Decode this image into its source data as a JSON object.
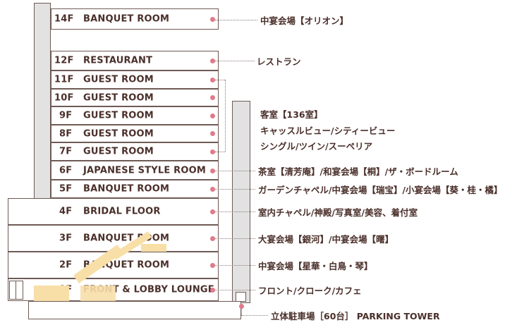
{
  "floors": {
    "f14": {
      "no": "14F",
      "name": "BANQUET ROOM"
    },
    "f12": {
      "no": "12F",
      "name": "RESTAURANT"
    },
    "f11": {
      "no": "11F",
      "name": "GUEST ROOM"
    },
    "f10": {
      "no": "10F",
      "name": "GUEST ROOM"
    },
    "f9": {
      "no": "9F",
      "name": "GUEST ROOM"
    },
    "f8": {
      "no": "8F",
      "name": "GUEST ROOM"
    },
    "f7": {
      "no": "7F",
      "name": "GUEST ROOM"
    },
    "f6": {
      "no": "6F",
      "name": "JAPANESE STYLE ROOM"
    },
    "f5": {
      "no": "5F",
      "name": "BANQUET ROOM"
    },
    "f4": {
      "no": "4F",
      "name": "BRIDAL FLOOR"
    },
    "f3": {
      "no": "3F",
      "name": "BANQUET ROOM"
    },
    "f2": {
      "no": "2F",
      "name": "BANQUET ROOM"
    },
    "f1": {
      "no": "1F",
      "name": "FRONT & LOBBY LOUNGE"
    }
  },
  "labels": {
    "f14": "中宴会場【オリオン】",
    "f12": "レストラン",
    "guest1": "客室【136室】",
    "guest2": "キャッスルビュー/シティービュー",
    "guest3": "シングル/ツイン/スーペリア",
    "f6": "茶室【清芳庵】/和宴会場【桐】/ザ・ボードルーム",
    "f5": "ガーデンチャペル/中宴会場【瑞宝】/小宴会場【葵・桂・橘】",
    "f4": "室内チャペル/神殿/写真室/美容、着付室",
    "f3": "大宴会場【銀河】/中宴会場【曙】",
    "f2": "中宴会場【星華・白鳥・琴】",
    "f1": "フロント/クローク/カフェ",
    "parking": "立体駐車場［60台］ PARKING TOWER"
  },
  "colors": {
    "dot": "#e07a8a",
    "stair": "#f8dfa8",
    "outline": "#6e5a55",
    "shaft": "#e2e2e2"
  }
}
